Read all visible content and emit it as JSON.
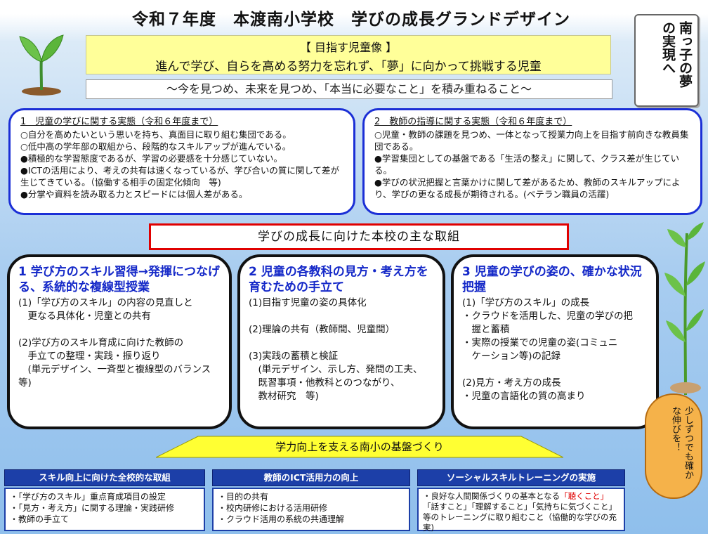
{
  "title": "令和７年度　本渡南小学校　学びの成長グランドデザイン",
  "goal": {
    "heading": "【 目指す児童像 】",
    "text": "進んで学び、自らを高める努力を忘れず、「夢」に向かって挑戦する児童"
  },
  "motto": "～今を見つめ、未来を見つめ、「本当に必要なこと」を積み重ねること～",
  "scroll_text": "南っ子の夢の実現へ",
  "status_left": {
    "heading": "1　児童の学びに関する実態（令和６年度まで）",
    "lines": [
      "○自分を高めたいという思いを持ち、真面目に取り組む集団である。",
      "○低中高の学年部の取組から、段階的なスキルアップが進んでいる。",
      "●積極的な学習態度であるが、学習の必要感を十分感じていない。",
      "●ICTの活用により、考えの共有は速くなっているが、学び合いの質に関して差が生じてきている。（協働する相手の固定化傾向　等)",
      "●分掌や資料を読み取る力とスピードには個人差がある。"
    ]
  },
  "status_right": {
    "heading": "2　教師の指導に関する実態（令和６年度まで）",
    "lines": [
      "○児童・教師の課題を見つめ、一体となって授業力向上を目指す前向きな教員集団である。",
      "●学習集団としての基盤である「生活の整え」に関して、クラス差が生じている。",
      "●学びの状況把握と言葉かけに関して差があるため、教師のスキルアップにより、学びの更なる成長が期待される。(ベテラン職員の活躍)"
    ]
  },
  "initiatives_title": "学びの成長に向けた本校の主な取組",
  "pillars": [
    {
      "heading": "1  学び方のスキル習得→発揮につなげる、系統的な複線型授業",
      "body": "(1)「学び方のスキル」の内容の見直しと\n　更なる具体化・児童との共有\n\n(2)学び方のスキル育成に向けた教師の\n　手立ての整理・実践・振り返り\n　(単元デザイン、一斉型と複線型のバランス等)"
    },
    {
      "heading": "2  児童の各教科の見方・考え方を育むための手立て",
      "body": "(1)目指す児童の姿の具体化\n\n(2)理論の共有（教師間、児童間）\n\n(3)実践の蓄積と検証\n　(単元デザイン、示し方、発問の工夫、\n　既習事項・他教科とのつながり、\n　教材研究　等)"
    },
    {
      "heading": "3  児童の学びの姿の、確かな状況把握",
      "body": "(1)「学び方のスキル」の成長\n・クラウドを活用した、児童の学びの把\n　握と蓄積\n・実際の授業での児童の姿(コミュニ\n　ケーション等)の記録\n\n(2)見方・考え方の成長\n・児童の言語化の質の高まり"
    }
  ],
  "bubble_text": "少しずつでも確かな伸びを！",
  "foundation_title": "学力向上を支える南小の基盤づくり",
  "foundations": [
    {
      "title": "スキル向上に向けた全校的な取組",
      "items": [
        "・「学び方のスキル」重点育成項目の設定",
        "・「見方・考え方」に関する理論・実践研修",
        "・教師の手立て"
      ]
    },
    {
      "title": "教師のICT活用力の向上",
      "items": [
        "・目的の共有",
        "・校内研修における活用研修",
        "・クラウド活用の系統の共通理解"
      ]
    },
    {
      "title": "ソーシャルスキルトレーニングの実施",
      "pre": "・良好な人間関係づくりの基本となる",
      "highlight": "「聴くこと」",
      "post": "「話すこと」「理解すること」「気持ちに気づくこと」等のトレーニングに取り組むこと（協働的な学びの充実)"
    }
  ],
  "colors": {
    "accent_blue": "#1b2fd6",
    "heading_blue": "#1428c8",
    "goal_bg": "#ffff99",
    "red": "#e00000",
    "foundation_blue": "#1c3fa8",
    "bubble": "#f5b24a"
  }
}
